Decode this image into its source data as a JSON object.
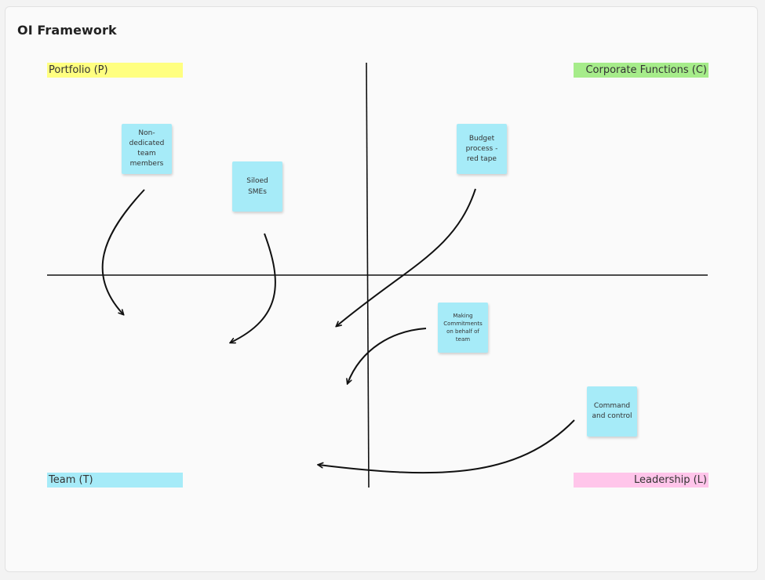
{
  "board": {
    "title": "OI Framework"
  },
  "quadrant_labels": {
    "portfolio": {
      "text": "Portfolio (P)",
      "color": "#ffff80"
    },
    "corporate": {
      "text": "Corporate Functions (C)",
      "color": "#a6ec8a"
    },
    "team": {
      "text": "Team (T)",
      "color": "#a6ebf8"
    },
    "leadership": {
      "text": "Leadership (L)",
      "color": "#ffc5ea"
    }
  },
  "stickies": {
    "non_dedicated": {
      "text": "Non-dedicated team members",
      "color": "#a6ebf8"
    },
    "siloed_smes": {
      "text": "Siloed SMEs",
      "color": "#a6ebf8"
    },
    "budget_process": {
      "text": "Budget process - red tape",
      "color": "#a6ebf8"
    },
    "making_commitments": {
      "text": "Making Commitments on behalf of team",
      "color": "#a6ebf8"
    },
    "command_control": {
      "text": "Command and control",
      "color": "#a6ebf8"
    }
  },
  "colors": {
    "line": "#111111",
    "board_bg": "#fafafa"
  }
}
